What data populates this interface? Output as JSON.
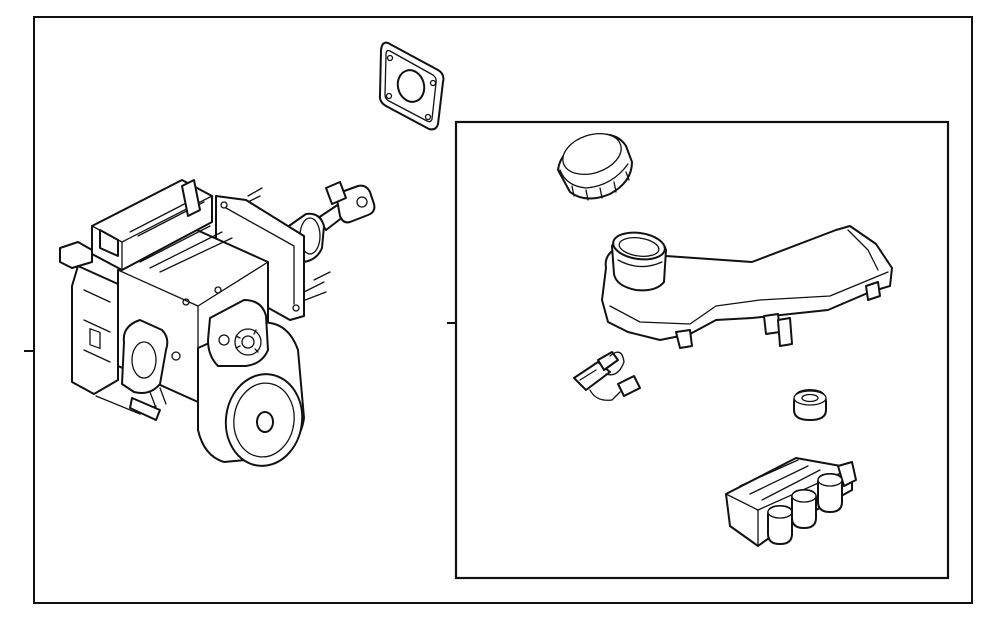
{
  "diagram": {
    "frame_color": "#111111",
    "background_color": "#ffffff",
    "parts": [
      {
        "name": "brake-booster-abs-assembly"
      },
      {
        "name": "gasket"
      },
      {
        "name": "reservoir-cap"
      },
      {
        "name": "brake-fluid-reservoir"
      },
      {
        "name": "level-sensor-wiring"
      },
      {
        "name": "grommet"
      },
      {
        "name": "reservoir-seal-bracket"
      }
    ]
  }
}
